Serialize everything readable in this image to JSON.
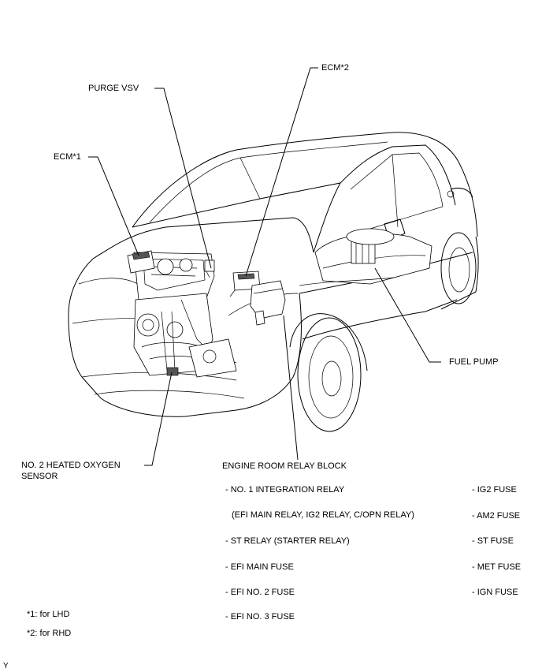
{
  "callouts": {
    "purge_vsv": "PURGE VSV",
    "ecm2": "ECM*2",
    "ecm1": "ECM*1",
    "fuel_pump": "FUEL PUMP",
    "oxygen_sensor_line1": "NO. 2 HEATED OXYGEN",
    "oxygen_sensor_line2": "SENSOR",
    "relay_block": "ENGINE ROOM RELAY BLOCK"
  },
  "relay_block_items": {
    "left": [
      "- NO. 1 INTEGRATION RELAY",
      "(EFI MAIN RELAY, IG2 RELAY, C/OPN RELAY)",
      "- ST RELAY (STARTER RELAY)",
      "- EFI MAIN FUSE",
      "- EFI NO. 2 FUSE",
      "- EFI NO. 3 FUSE"
    ],
    "right": [
      "- IG2 FUSE",
      "- AM2 FUSE",
      "- ST FUSE",
      "- MET FUSE",
      "- IGN FUSE"
    ]
  },
  "notes": {
    "lhd": "*1: for LHD",
    "rhd": "*2: for RHD"
  },
  "corner_mark": "Y"
}
